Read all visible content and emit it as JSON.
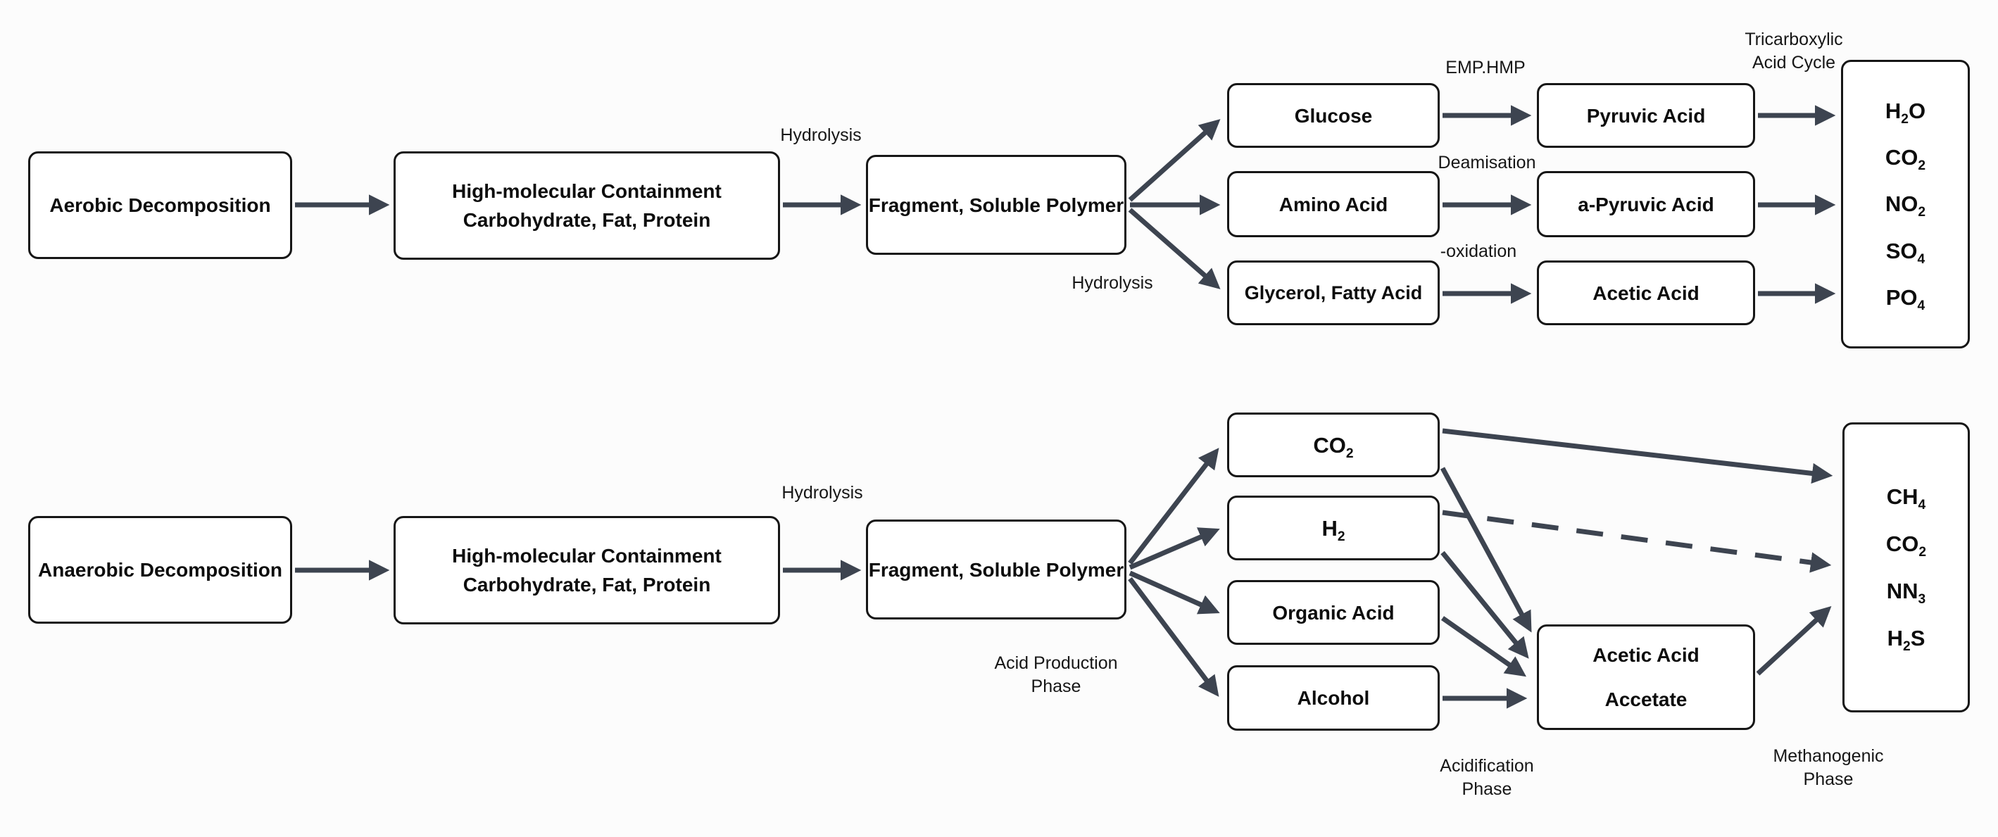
{
  "colors": {
    "arrow": "#3d4450",
    "box_border": "#161616",
    "box_fill": "#ffffff",
    "background": "#fcfcfc",
    "text": "#0d0d0d"
  },
  "aerobic": {
    "start_label": "Aerobic Decomposition",
    "highmol": {
      "line1": "High-molecular Containment",
      "line2": "Carbohydrate, Fat, Protein"
    },
    "fragment": "Fragment, Soluble Polymer",
    "labels": {
      "hydrolysis_top": "Hydrolysis",
      "hydrolysis_lower": "Hydrolysis",
      "emp_hmp": "EMP.HMP",
      "deamisation": "Deamisation",
      "oxidation": "-oxidation",
      "cycle": {
        "line1": "Tricarboxylic",
        "line2": "Acid Cycle"
      }
    },
    "mid": [
      "Glucose",
      "Amino Acid",
      "Glycerol, Fatty Acid"
    ],
    "second": [
      "Pyruvic Acid",
      "a-Pyruvic Acid",
      "Acetic Acid"
    ],
    "products": [
      {
        "a": "H",
        "b": "2",
        "c": "O"
      },
      {
        "a": "CO",
        "b": "2",
        "c": ""
      },
      {
        "a": "NO",
        "b": "2",
        "c": ""
      },
      {
        "a": "SO",
        "b": "4",
        "c": ""
      },
      {
        "a": "PO",
        "b": "4",
        "c": ""
      }
    ]
  },
  "anaerobic": {
    "start_label": "Anaerobic Decomposition",
    "highmol": {
      "line1": "High-molecular Containment",
      "line2": "Carbohydrate, Fat, Protein"
    },
    "fragment": "Fragment, Soluble Polymer",
    "labels": {
      "hydrolysis_top": "Hydrolysis",
      "acid_production": {
        "line1": "Acid Production",
        "line2": "Phase"
      },
      "acidification": {
        "line1": "Acidification",
        "line2": "Phase"
      },
      "methanogenic": {
        "line1": "Methanogenic",
        "line2": "Phase"
      }
    },
    "mid_chem": [
      {
        "a": "CO",
        "b": "2",
        "c": ""
      },
      {
        "a": "H",
        "b": "2",
        "c": ""
      }
    ],
    "mid_text": [
      "Organic Acid",
      "Alcohol"
    ],
    "acetate": {
      "line1": "Acetic Acid",
      "line2": "Accetate"
    },
    "products": [
      {
        "a": "CH",
        "b": "4",
        "c": ""
      },
      {
        "a": "CO",
        "b": "2",
        "c": ""
      },
      {
        "a": "NN",
        "b": "3",
        "c": ""
      },
      {
        "a": "H",
        "b": "2",
        "c": "S"
      }
    ]
  }
}
